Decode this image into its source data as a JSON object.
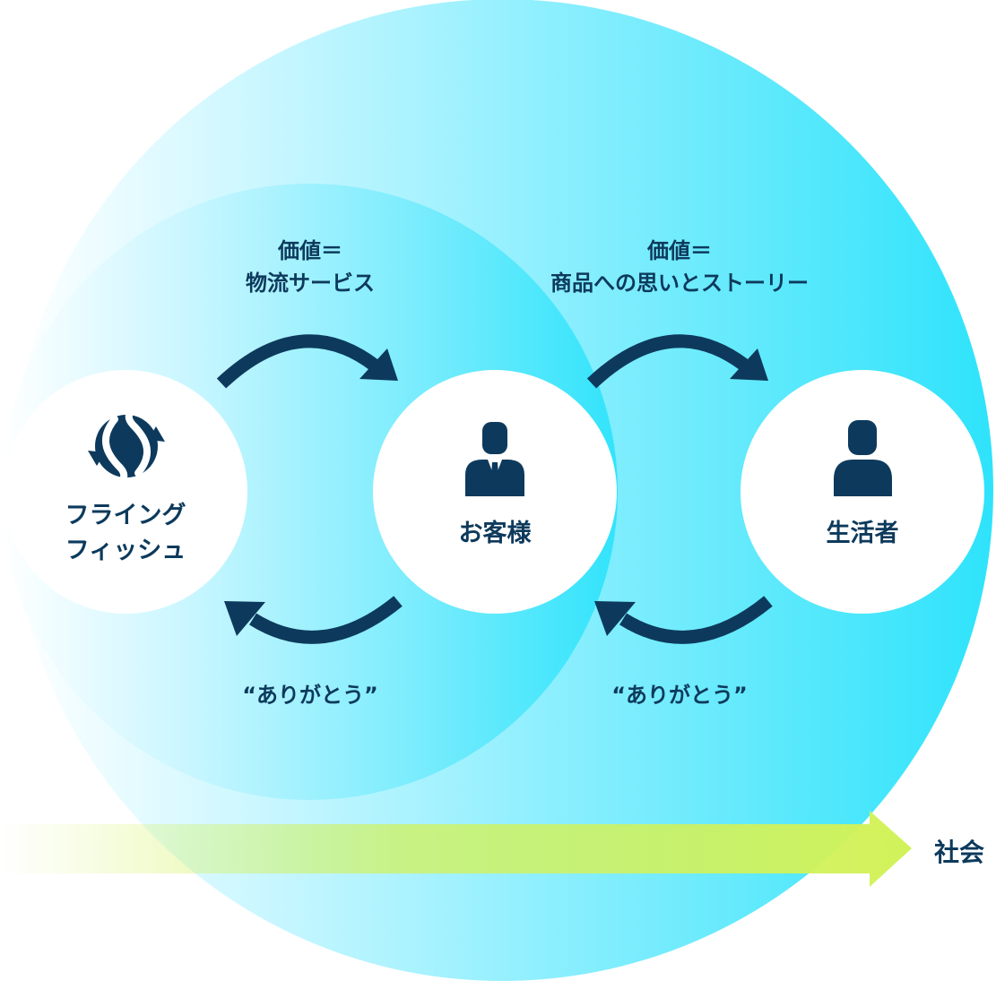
{
  "diagram": {
    "nodes": {
      "company": {
        "label_line1": "フライング",
        "label_line2": "フィッシュ",
        "icon": "flying-fish-logo-icon"
      },
      "customer": {
        "label": "お客様",
        "icon": "businessman-icon"
      },
      "consumer": {
        "label": "生活者",
        "icon": "person-icon"
      }
    },
    "flows": {
      "company_to_customer": {
        "line1": "価値＝",
        "line2": "物流サービス"
      },
      "customer_to_consumer": {
        "line1": "価値＝",
        "line2": "商品への思いとストーリー"
      },
      "thanks_left": "“ありがとう”",
      "thanks_right": "“ありがとう”"
    },
    "society": {
      "label": "社会"
    },
    "colors": {
      "navy": "#0d3a5c",
      "cyan": "#2ee3fb",
      "pale_cyan": "#c5f6ff",
      "lime": "#d2f25a",
      "white": "#ffffff"
    }
  }
}
